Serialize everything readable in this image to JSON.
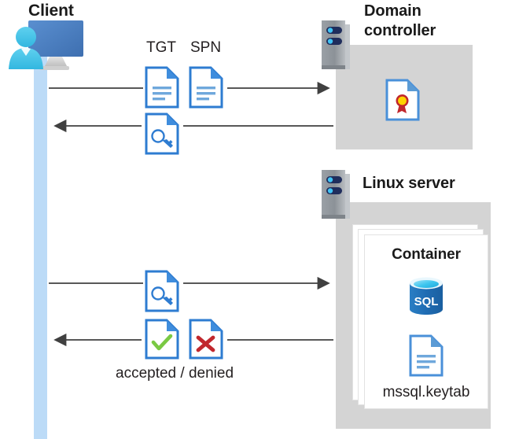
{
  "diagram": {
    "title": "Kerberos authentication flow between client, domain controller and Linux server container",
    "background_color": "#ffffff",
    "accent_blue": "#2e7cd1",
    "panel_gray": "#d4d4d4",
    "lifeline_blue": "#bcdbf7",
    "arrow_color": "#404040"
  },
  "actors": {
    "client": {
      "label": "Client",
      "icon": "client-computer-user-icon"
    },
    "domain_controller": {
      "label": "Domain\ncontroller",
      "label_line1": "Domain",
      "label_line2": "controller",
      "icon": "server-rack-icon",
      "contents": [
        {
          "name": "certificate-document-icon",
          "label": ""
        }
      ]
    },
    "linux_server": {
      "label": "Linux server",
      "icon": "server-rack-icon",
      "container": {
        "label": "Container",
        "stacked_cards": 3,
        "contents": [
          {
            "name": "sql-database-icon",
            "label": "SQL"
          },
          {
            "name": "keytab-document-icon",
            "label": "mssql.keytab"
          }
        ]
      }
    }
  },
  "flows": [
    {
      "id": "flow-1",
      "direction": "right",
      "from": "client",
      "to": "domain_controller",
      "labels": [
        "TGT",
        "SPN"
      ],
      "icons": [
        "tgt-document-icon",
        "spn-document-icon"
      ]
    },
    {
      "id": "flow-2",
      "direction": "left",
      "from": "domain_controller",
      "to": "client",
      "labels": [],
      "icons": [
        "key-document-icon"
      ]
    },
    {
      "id": "flow-3",
      "direction": "right",
      "from": "client",
      "to": "linux_server",
      "labels": [],
      "icons": [
        "key-document-icon"
      ]
    },
    {
      "id": "flow-4",
      "direction": "left",
      "from": "linux_server",
      "to": "client",
      "labels": [
        "accepted / denied"
      ],
      "icons": [
        "accepted-document-icon",
        "denied-document-icon"
      ]
    }
  ],
  "labels": {
    "tgt": "TGT",
    "spn": "SPN",
    "accepted_denied": "accepted / denied",
    "container": "Container",
    "keytab": "mssql.keytab",
    "sql": "SQL",
    "client": "Client",
    "domain_line1": "Domain",
    "domain_line2": "controller",
    "linux": "Linux server"
  },
  "colors": {
    "doc_border": "#2e7cd1",
    "doc_fold": "#3f8ddd",
    "doc_lines": "#6fa8dc",
    "check_green": "#7ac943",
    "x_red": "#c1272d",
    "cert_red": "#c1272d",
    "cert_gold": "#ffd400",
    "sql_blue": "#1c6cb5",
    "sql_top": "#34c6f4",
    "rack_gray": "#8a8f94",
    "rack_navy": "#1f2d5c",
    "rack_dot": "#40c4f5",
    "monitor_blue": "#4f81c7",
    "person_cyan": "#4ec3e8"
  }
}
